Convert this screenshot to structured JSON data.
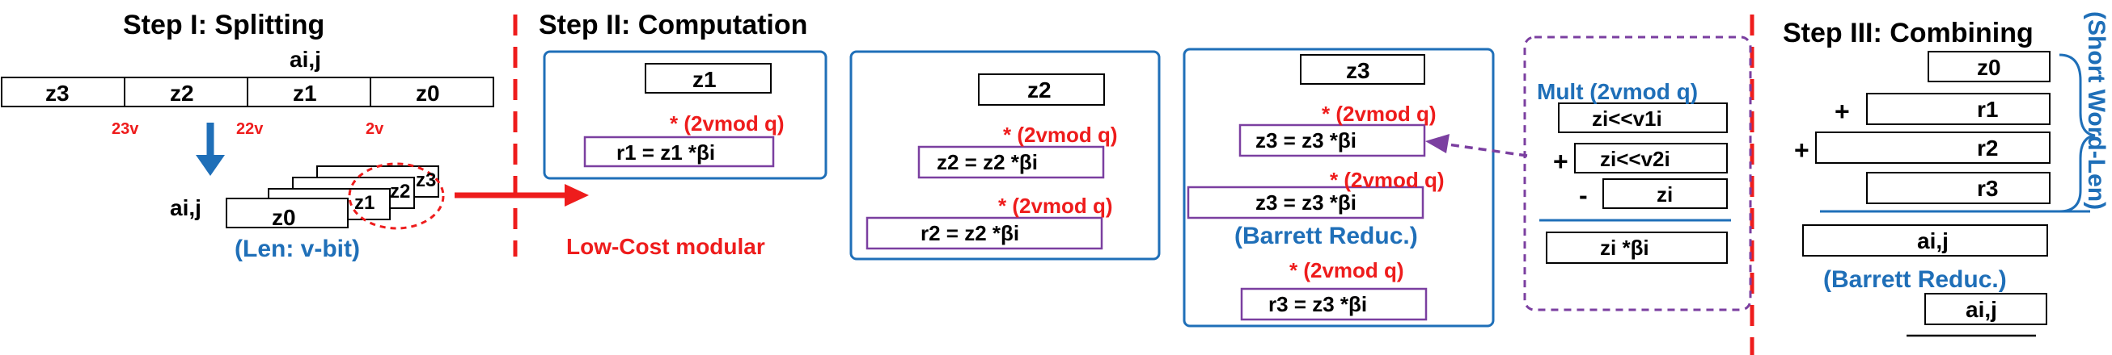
{
  "colors": {
    "red": "#ee1c1c",
    "blue": "#1f6fb8",
    "purple": "#7b3fa0",
    "black": "#000000"
  },
  "step1": {
    "title": "Step I: Splitting",
    "input_label": "ai,j",
    "segments": [
      "z3",
      "z2",
      "z1",
      "z0"
    ],
    "weights": [
      "23v",
      "22v",
      "2v"
    ],
    "stack_label": "ai,j",
    "stack_front": "z0",
    "stack_layers": [
      "z1",
      "z2",
      "z3"
    ],
    "len_label": "(Len: v-bit)"
  },
  "step2": {
    "title": "Step II: Computation",
    "low_cost_label": "Low-Cost modular",
    "panel1": {
      "z": "z1",
      "mod": "* (2vmod q)",
      "r": "r1 = z1 *βi"
    },
    "panel2": {
      "z": "z2",
      "mod1": "* (2vmod q)",
      "mid": "z2 = z2 *βi",
      "mod2": "* (2vmod q)",
      "r": "r2 = z2 *βi"
    },
    "panel3": {
      "z": "z3",
      "mod1": "* (2vmod q)",
      "mid1": "z3 = z3 *βi",
      "mod2": "* (2vmod q)",
      "mid2": "z3 = z3 *βi",
      "barrett": "(Barrett Reduc.)",
      "mod3": "* (2vmod q)",
      "r": "r3 = z3 *βi"
    }
  },
  "mult": {
    "title": "Mult (2vmod q)",
    "row1": "zi<<v1i",
    "plus": "+",
    "row2": "zi<<v2i",
    "minus": "-",
    "row3": "zi",
    "result": "zi *βi"
  },
  "step3": {
    "title": "Step III: Combining",
    "rows": [
      "z0",
      "r1",
      "r2",
      "r3"
    ],
    "plus": "+",
    "sum": "ai,j",
    "barrett": "(Barrett Reduc.)",
    "final": "ai,j",
    "side_label": "(Short Word-Len)"
  }
}
